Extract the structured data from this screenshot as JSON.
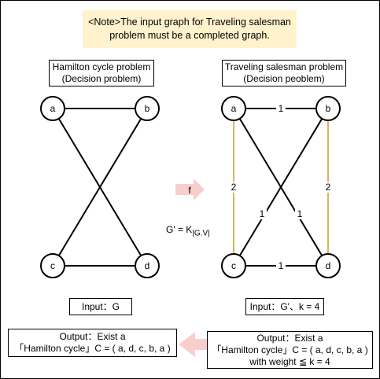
{
  "note": {
    "line1": "<Note>The input graph for Traveling salesman",
    "line2": "problem must be a completed graph."
  },
  "left": {
    "title_line1": "Hamilton cycle problem",
    "title_line2": "(Decision problem)",
    "nodes": [
      "a",
      "b",
      "c",
      "d"
    ],
    "input_label": "Input：G",
    "output_line1": "Output：Exist a",
    "output_line2": "「Hamilton cycle」C = ( a, d, c, b, a )"
  },
  "right": {
    "title_line1": "Traveling salesman problem",
    "title_line2": "(Decision peoblem)",
    "nodes": [
      "a",
      "b",
      "c",
      "d"
    ],
    "edge_weights": {
      "ab": "1",
      "ac": "2",
      "bd": "2",
      "bc": "1",
      "ad": "1",
      "cd": "1"
    },
    "input_label": "Input：G'、k = 4",
    "output_line1": "Output：Exist a",
    "output_line2": "「Hamilton cycle」C = ( a, d, c, b, a )",
    "output_line3": "with weight ≦ k = 4"
  },
  "transform": {
    "arrow_label": "f",
    "formula_main": "G' = K",
    "formula_sub": "|G.V|"
  },
  "colors": {
    "note_bg": "#fff2cc",
    "arrow_fill": "#f8cecc",
    "highlight_edge": "#d6b656",
    "stroke": "#000000"
  },
  "icons": {
    "transform_arrow": "right-arrow-icon",
    "output_arrow": "left-arrow-icon"
  }
}
